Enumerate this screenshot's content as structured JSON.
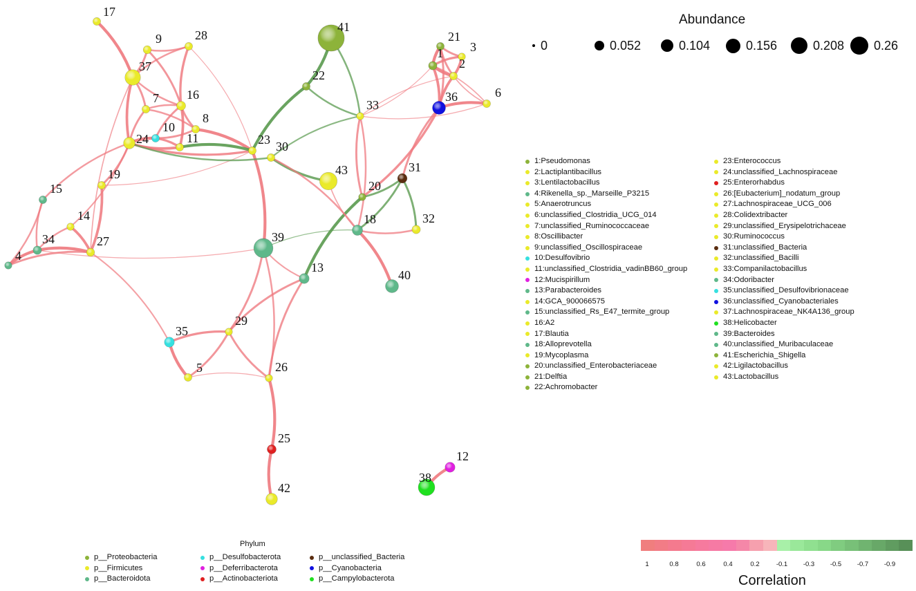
{
  "abundance_legend": {
    "title": "Abundance",
    "items": [
      {
        "label": "0",
        "value": 0
      },
      {
        "label": "0.052",
        "value": 0.052
      },
      {
        "label": "0.104",
        "value": 0.104
      },
      {
        "label": "0.156",
        "value": 0.156
      },
      {
        "label": "0.208",
        "value": 0.208
      },
      {
        "label": "0.26",
        "value": 0.26
      }
    ]
  },
  "phylum_legend": {
    "title": "Phylum",
    "items": [
      {
        "label": "p__Proteobacteria",
        "color": "#8db33a"
      },
      {
        "label": "p__Firmicutes",
        "color": "#eaea2a"
      },
      {
        "label": "p__Bacteroidota",
        "color": "#5fb88a"
      },
      {
        "label": "p__Desulfobacterota",
        "color": "#36e0e0"
      },
      {
        "label": "p__Deferribacterota",
        "color": "#e020e0"
      },
      {
        "label": "p__Actinobacteriota",
        "color": "#e02020"
      },
      {
        "label": "p__unclassified_Bacteria",
        "color": "#5a2d10"
      },
      {
        "label": "p__Cyanobacteria",
        "color": "#1010e0"
      },
      {
        "label": "p__Campylobacterota",
        "color": "#20e020"
      }
    ]
  },
  "taxa_legend": [
    {
      "label": "1:Pseudomonas",
      "color": "#8db33a"
    },
    {
      "label": "2:Lactiplantibacillus",
      "color": "#eaea2a"
    },
    {
      "label": "3:Lentilactobacillus",
      "color": "#eaea2a"
    },
    {
      "label": "4:Rikenella_sp._Marseille_P3215",
      "color": "#5fb88a"
    },
    {
      "label": "5:Anaerotruncus",
      "color": "#eaea2a"
    },
    {
      "label": "6:unclassified_Clostridia_UCG_014",
      "color": "#eaea2a"
    },
    {
      "label": "7:unclassified_Ruminococcaceae",
      "color": "#eaea2a"
    },
    {
      "label": "8:Oscillibacter",
      "color": "#eaea2a"
    },
    {
      "label": "9:unclassified_Oscillospiraceae",
      "color": "#eaea2a"
    },
    {
      "label": "10:Desulfovibrio",
      "color": "#36e0e0"
    },
    {
      "label": "11:unclassified_Clostridia_vadinBB60_group",
      "color": "#eaea2a"
    },
    {
      "label": "12:Mucispirillum",
      "color": "#e020e0"
    },
    {
      "label": "13:Parabacteroides",
      "color": "#5fb88a"
    },
    {
      "label": "14:GCA_900066575",
      "color": "#eaea2a"
    },
    {
      "label": "15:unclassified_Rs_E47_termite_group",
      "color": "#5fb88a"
    },
    {
      "label": "16:A2",
      "color": "#eaea2a"
    },
    {
      "label": "17:Blautia",
      "color": "#eaea2a"
    },
    {
      "label": "18:Alloprevotella",
      "color": "#5fb88a"
    },
    {
      "label": "19:Mycoplasma",
      "color": "#eaea2a"
    },
    {
      "label": "20:unclassified_Enterobacteriaceae",
      "color": "#8db33a"
    },
    {
      "label": "21:Delftia",
      "color": "#8db33a"
    },
    {
      "label": "22:Achromobacter",
      "color": "#8db33a"
    },
    {
      "label": "23:Enterococcus",
      "color": "#eaea2a"
    },
    {
      "label": "24:unclassified_Lachnospiraceae",
      "color": "#eaea2a"
    },
    {
      "label": "25:Enterorhabdus",
      "color": "#e02020"
    },
    {
      "label": "26:[Eubacterium]_nodatum_group",
      "color": "#eaea2a"
    },
    {
      "label": "27:Lachnospiraceae_UCG_006",
      "color": "#eaea2a"
    },
    {
      "label": "28:Colidextribacter",
      "color": "#eaea2a"
    },
    {
      "label": "29:unclassified_Erysipelotrichaceae",
      "color": "#eaea2a"
    },
    {
      "label": "30:Ruminococcus",
      "color": "#eaea2a"
    },
    {
      "label": "31:unclassified_Bacteria",
      "color": "#5a2d10"
    },
    {
      "label": "32:unclassified_Bacilli",
      "color": "#eaea2a"
    },
    {
      "label": "33:Companilactobacillus",
      "color": "#eaea2a"
    },
    {
      "label": "34:Odoribacter",
      "color": "#5fb88a"
    },
    {
      "label": "35:unclassified_Desulfovibrionaceae",
      "color": "#36e0e0"
    },
    {
      "label": "36:unclassified_Cyanobacteriales",
      "color": "#1010e0"
    },
    {
      "label": "37:Lachnospiraceae_NK4A136_group",
      "color": "#eaea2a"
    },
    {
      "label": "38:Helicobacter",
      "color": "#20e020"
    },
    {
      "label": "39:Bacteroides",
      "color": "#5fb88a"
    },
    {
      "label": "40:unclassified_Muribaculaceae",
      "color": "#5fb88a"
    },
    {
      "label": "41:Escherichia_Shigella",
      "color": "#8db33a"
    },
    {
      "label": "42:Ligilactobacillus",
      "color": "#eaea2a"
    },
    {
      "label": "43:Lactobacillus",
      "color": "#eaea2a"
    }
  ],
  "correlation_legend": {
    "title": "Correlation",
    "ticks": [
      "1",
      "0.8",
      "0.6",
      "0.4",
      "0.2",
      "-0.1",
      "-0.3",
      "-0.5",
      "-0.7",
      "-0.9"
    ],
    "colors": [
      "#f07e7e",
      "#f27c86",
      "#f47a8e",
      "#f57a96",
      "#f67a9e",
      "#f67aa4",
      "#f67aaa",
      "#f587a8",
      "#f6a0ae",
      "#f7b5ba",
      "#a8f0a8",
      "#9ae89a",
      "#90e090",
      "#88d888",
      "#80cc80",
      "#78c078",
      "#70b470",
      "#68a868",
      "#609c60",
      "#589058"
    ]
  },
  "network": {
    "nodes": [
      {
        "id": "1",
        "abundance": 0.006,
        "color": "#8db33a"
      },
      {
        "id": "2",
        "abundance": 0.004,
        "color": "#eaea2a"
      },
      {
        "id": "3",
        "abundance": 0.003,
        "color": "#eaea2a"
      },
      {
        "id": "4",
        "abundance": 0.003,
        "color": "#5fb88a"
      },
      {
        "id": "5",
        "abundance": 0.004,
        "color": "#eaea2a"
      },
      {
        "id": "6",
        "abundance": 0.004,
        "color": "#eaea2a"
      },
      {
        "id": "7",
        "abundance": 0.004,
        "color": "#eaea2a"
      },
      {
        "id": "8",
        "abundance": 0.004,
        "color": "#eaea2a"
      },
      {
        "id": "9",
        "abundance": 0.005,
        "color": "#eaea2a"
      },
      {
        "id": "10",
        "abundance": 0.004,
        "color": "#36e0e0"
      },
      {
        "id": "11",
        "abundance": 0.004,
        "color": "#eaea2a"
      },
      {
        "id": "12",
        "abundance": 0.012,
        "color": "#e020e0"
      },
      {
        "id": "13",
        "abundance": 0.012,
        "color": "#5fb88a"
      },
      {
        "id": "14",
        "abundance": 0.003,
        "color": "#eaea2a"
      },
      {
        "id": "15",
        "abundance": 0.004,
        "color": "#5fb88a"
      },
      {
        "id": "16",
        "abundance": 0.008,
        "color": "#eaea2a"
      },
      {
        "id": "17",
        "abundance": 0.004,
        "color": "#eaea2a"
      },
      {
        "id": "18",
        "abundance": 0.014,
        "color": "#5fb88a"
      },
      {
        "id": "19",
        "abundance": 0.004,
        "color": "#eaea2a"
      },
      {
        "id": "20",
        "abundance": 0.003,
        "color": "#8db33a"
      },
      {
        "id": "21",
        "abundance": 0.004,
        "color": "#8db33a"
      },
      {
        "id": "22",
        "abundance": 0.004,
        "color": "#8db33a"
      },
      {
        "id": "23",
        "abundance": 0.004,
        "color": "#eaea2a"
      },
      {
        "id": "24",
        "abundance": 0.02,
        "color": "#eaea2a"
      },
      {
        "id": "25",
        "abundance": 0.008,
        "color": "#e02020"
      },
      {
        "id": "26",
        "abundance": 0.003,
        "color": "#eaea2a"
      },
      {
        "id": "27",
        "abundance": 0.005,
        "color": "#eaea2a"
      },
      {
        "id": "28",
        "abundance": 0.004,
        "color": "#eaea2a"
      },
      {
        "id": "29",
        "abundance": 0.003,
        "color": "#eaea2a"
      },
      {
        "id": "30",
        "abundance": 0.004,
        "color": "#eaea2a"
      },
      {
        "id": "31",
        "abundance": 0.01,
        "color": "#5a2d10"
      },
      {
        "id": "32",
        "abundance": 0.006,
        "color": "#eaea2a"
      },
      {
        "id": "33",
        "abundance": 0.003,
        "color": "#eaea2a"
      },
      {
        "id": "34",
        "abundance": 0.006,
        "color": "#5fb88a"
      },
      {
        "id": "35",
        "abundance": 0.012,
        "color": "#36e0e0"
      },
      {
        "id": "36",
        "abundance": 0.03,
        "color": "#1010e0"
      },
      {
        "id": "37",
        "abundance": 0.05,
        "color": "#eaea2a"
      },
      {
        "id": "38",
        "abundance": 0.06,
        "color": "#20e020"
      },
      {
        "id": "39",
        "abundance": 0.09,
        "color": "#5fb88a"
      },
      {
        "id": "40",
        "abundance": 0.03,
        "color": "#5fb88a"
      },
      {
        "id": "41",
        "abundance": 0.2,
        "color": "#8db33a"
      },
      {
        "id": "42",
        "abundance": 0.02,
        "color": "#eaea2a"
      },
      {
        "id": "43",
        "abundance": 0.07,
        "color": "#eaea2a"
      }
    ],
    "edges": [
      {
        "source": "17",
        "target": "37",
        "sign": "positive",
        "strength": 0.9
      },
      {
        "source": "37",
        "target": "9",
        "sign": "positive",
        "strength": 0.6
      },
      {
        "source": "37",
        "target": "28",
        "sign": "positive",
        "strength": 0.5
      },
      {
        "source": "9",
        "target": "28",
        "sign": "positive",
        "strength": 0.5
      },
      {
        "source": "9",
        "target": "16",
        "sign": "positive",
        "strength": 0.6
      },
      {
        "source": "28",
        "target": "16",
        "sign": "positive",
        "strength": 0.7
      },
      {
        "source": "28",
        "target": "23",
        "sign": "positive",
        "strength": 0.2
      },
      {
        "source": "37",
        "target": "24",
        "sign": "positive",
        "strength": 0.8
      },
      {
        "source": "37",
        "target": "7",
        "sign": "positive",
        "strength": 0.6
      },
      {
        "source": "37",
        "target": "16",
        "sign": "positive",
        "strength": 0.5
      },
      {
        "source": "7",
        "target": "16",
        "sign": "positive",
        "strength": 0.5
      },
      {
        "source": "7",
        "target": "24",
        "sign": "positive",
        "strength": 0.6
      },
      {
        "source": "7",
        "target": "8",
        "sign": "positive",
        "strength": 0.5
      },
      {
        "source": "16",
        "target": "8",
        "sign": "positive",
        "strength": 0.6
      },
      {
        "source": "16",
        "target": "11",
        "sign": "positive",
        "strength": 0.8
      },
      {
        "source": "16",
        "target": "10",
        "sign": "positive",
        "strength": 0.6
      },
      {
        "source": "24",
        "target": "10",
        "sign": "positive",
        "strength": 0.9
      },
      {
        "source": "24",
        "target": "11",
        "sign": "positive",
        "strength": 0.8
      },
      {
        "source": "10",
        "target": "11",
        "sign": "positive",
        "strength": 0.7
      },
      {
        "source": "10",
        "target": "8",
        "sign": "positive",
        "strength": 0.6
      },
      {
        "source": "8",
        "target": "23",
        "sign": "positive",
        "strength": 0.9
      },
      {
        "source": "24",
        "target": "23",
        "sign": "positive",
        "strength": 0.7
      },
      {
        "source": "24",
        "target": "19",
        "sign": "positive",
        "strength": 0.6
      },
      {
        "source": "24",
        "target": "15",
        "sign": "positive",
        "strength": 0.5
      },
      {
        "source": "24",
        "target": "14",
        "sign": "positive",
        "strength": 0.4
      },
      {
        "source": "37",
        "target": "27",
        "sign": "positive",
        "strength": 0.3
      },
      {
        "source": "19",
        "target": "27",
        "sign": "positive",
        "strength": 0.8
      },
      {
        "source": "19",
        "target": "23",
        "sign": "positive",
        "strength": 0.2
      },
      {
        "source": "15",
        "target": "4",
        "sign": "positive",
        "strength": 0.5
      },
      {
        "source": "15",
        "target": "34",
        "sign": "positive",
        "strength": 0.5
      },
      {
        "source": "14",
        "target": "27",
        "sign": "positive",
        "strength": 0.8
      },
      {
        "source": "14",
        "target": "34",
        "sign": "positive",
        "strength": 0.5
      },
      {
        "source": "34",
        "target": "27",
        "sign": "positive",
        "strength": 0.9
      },
      {
        "source": "34",
        "target": "4",
        "sign": "positive",
        "strength": 0.9
      },
      {
        "source": "4",
        "target": "27",
        "sign": "positive",
        "strength": 0.6
      },
      {
        "source": "34",
        "target": "39",
        "sign": "positive",
        "strength": 0.2
      },
      {
        "source": "27",
        "target": "35",
        "sign": "positive",
        "strength": 0.4
      },
      {
        "source": "35",
        "target": "5",
        "sign": "positive",
        "strength": 0.9
      },
      {
        "source": "35",
        "target": "29",
        "sign": "positive",
        "strength": 0.7
      },
      {
        "source": "5",
        "target": "29",
        "sign": "positive",
        "strength": 0.6
      },
      {
        "source": "5",
        "target": "26",
        "sign": "positive",
        "strength": 0.2
      },
      {
        "source": "29",
        "target": "39",
        "sign": "positive",
        "strength": 0.6
      },
      {
        "source": "29",
        "target": "13",
        "sign": "positive",
        "strength": 0.6
      },
      {
        "source": "29",
        "target": "26",
        "sign": "positive",
        "strength": 0.6
      },
      {
        "source": "39",
        "target": "26",
        "sign": "positive",
        "strength": 0.5
      },
      {
        "source": "13",
        "target": "26",
        "sign": "positive",
        "strength": 0.6
      },
      {
        "source": "26",
        "target": "25",
        "sign": "positive",
        "strength": 0.9
      },
      {
        "source": "25",
        "target": "42",
        "sign": "positive",
        "strength": 0.9
      },
      {
        "source": "23",
        "target": "39",
        "sign": "positive",
        "strength": 0.9
      },
      {
        "source": "39",
        "target": "13",
        "sign": "positive",
        "strength": 0.4
      },
      {
        "source": "11",
        "target": "23",
        "sign": "negative",
        "strength": 0.9
      },
      {
        "source": "24",
        "target": "30",
        "sign": "negative",
        "strength": 0.5
      },
      {
        "source": "23",
        "target": "22",
        "sign": "negative",
        "strength": 0.9
      },
      {
        "source": "22",
        "target": "41",
        "sign": "negative",
        "strength": 0.9
      },
      {
        "source": "41",
        "target": "33",
        "sign": "negative",
        "strength": 0.5
      },
      {
        "source": "22",
        "target": "33",
        "sign": "negative",
        "strength": 0.5
      },
      {
        "source": "30",
        "target": "33",
        "sign": "negative",
        "strength": 0.4
      },
      {
        "source": "30",
        "target": "43",
        "sign": "negative",
        "strength": 0.7
      },
      {
        "source": "13",
        "target": "20",
        "sign": "negative",
        "strength": 0.9
      },
      {
        "source": "20",
        "target": "31",
        "sign": "negative",
        "strength": 0.6
      },
      {
        "source": "31",
        "target": "32",
        "sign": "negative",
        "strength": 0.6
      },
      {
        "source": "18",
        "target": "31",
        "sign": "negative",
        "strength": 0.6
      },
      {
        "source": "39",
        "target": "18",
        "sign": "negative",
        "strength": 0.2
      },
      {
        "source": "33",
        "target": "20",
        "sign": "positive",
        "strength": 0.6
      },
      {
        "source": "33",
        "target": "18",
        "sign": "positive",
        "strength": 0.5
      },
      {
        "source": "33",
        "target": "1",
        "sign": "positive",
        "strength": 0.2
      },
      {
        "source": "33",
        "target": "2",
        "sign": "positive",
        "strength": 0.2
      },
      {
        "source": "33",
        "target": "6",
        "sign": "positive",
        "strength": 0.2
      },
      {
        "source": "30",
        "target": "18",
        "sign": "positive",
        "strength": 0.5
      },
      {
        "source": "43",
        "target": "18",
        "sign": "positive",
        "strength": 0.3
      },
      {
        "source": "36",
        "target": "20",
        "sign": "positive",
        "strength": 0.7
      },
      {
        "source": "36",
        "target": "31",
        "sign": "positive",
        "strength": 0.6
      },
      {
        "source": "18",
        "target": "40",
        "sign": "positive",
        "strength": 0.9
      },
      {
        "source": "18",
        "target": "32",
        "sign": "positive",
        "strength": 0.5
      },
      {
        "source": "36",
        "target": "6",
        "sign": "positive",
        "strength": 0.9
      },
      {
        "source": "36",
        "target": "1",
        "sign": "positive",
        "strength": 0.8
      },
      {
        "source": "36",
        "target": "2",
        "sign": "positive",
        "strength": 0.8
      },
      {
        "source": "36",
        "target": "21",
        "sign": "positive",
        "strength": 0.6
      },
      {
        "source": "1",
        "target": "21",
        "sign": "positive",
        "strength": 0.9
      },
      {
        "source": "1",
        "target": "2",
        "sign": "positive",
        "strength": 0.9
      },
      {
        "source": "1",
        "target": "3",
        "sign": "positive",
        "strength": 0.7
      },
      {
        "source": "21",
        "target": "3",
        "sign": "positive",
        "strength": 0.6
      },
      {
        "source": "3",
        "target": "2",
        "sign": "positive",
        "strength": 0.8
      },
      {
        "source": "21",
        "target": "2",
        "sign": "positive",
        "strength": 0.6
      },
      {
        "source": "1",
        "target": "6",
        "sign": "positive",
        "strength": 0.3
      },
      {
        "source": "2",
        "target": "6",
        "sign": "positive",
        "strength": 0.3
      },
      {
        "source": "38",
        "target": "12",
        "sign": "positive",
        "strength": 0.9
      }
    ]
  }
}
